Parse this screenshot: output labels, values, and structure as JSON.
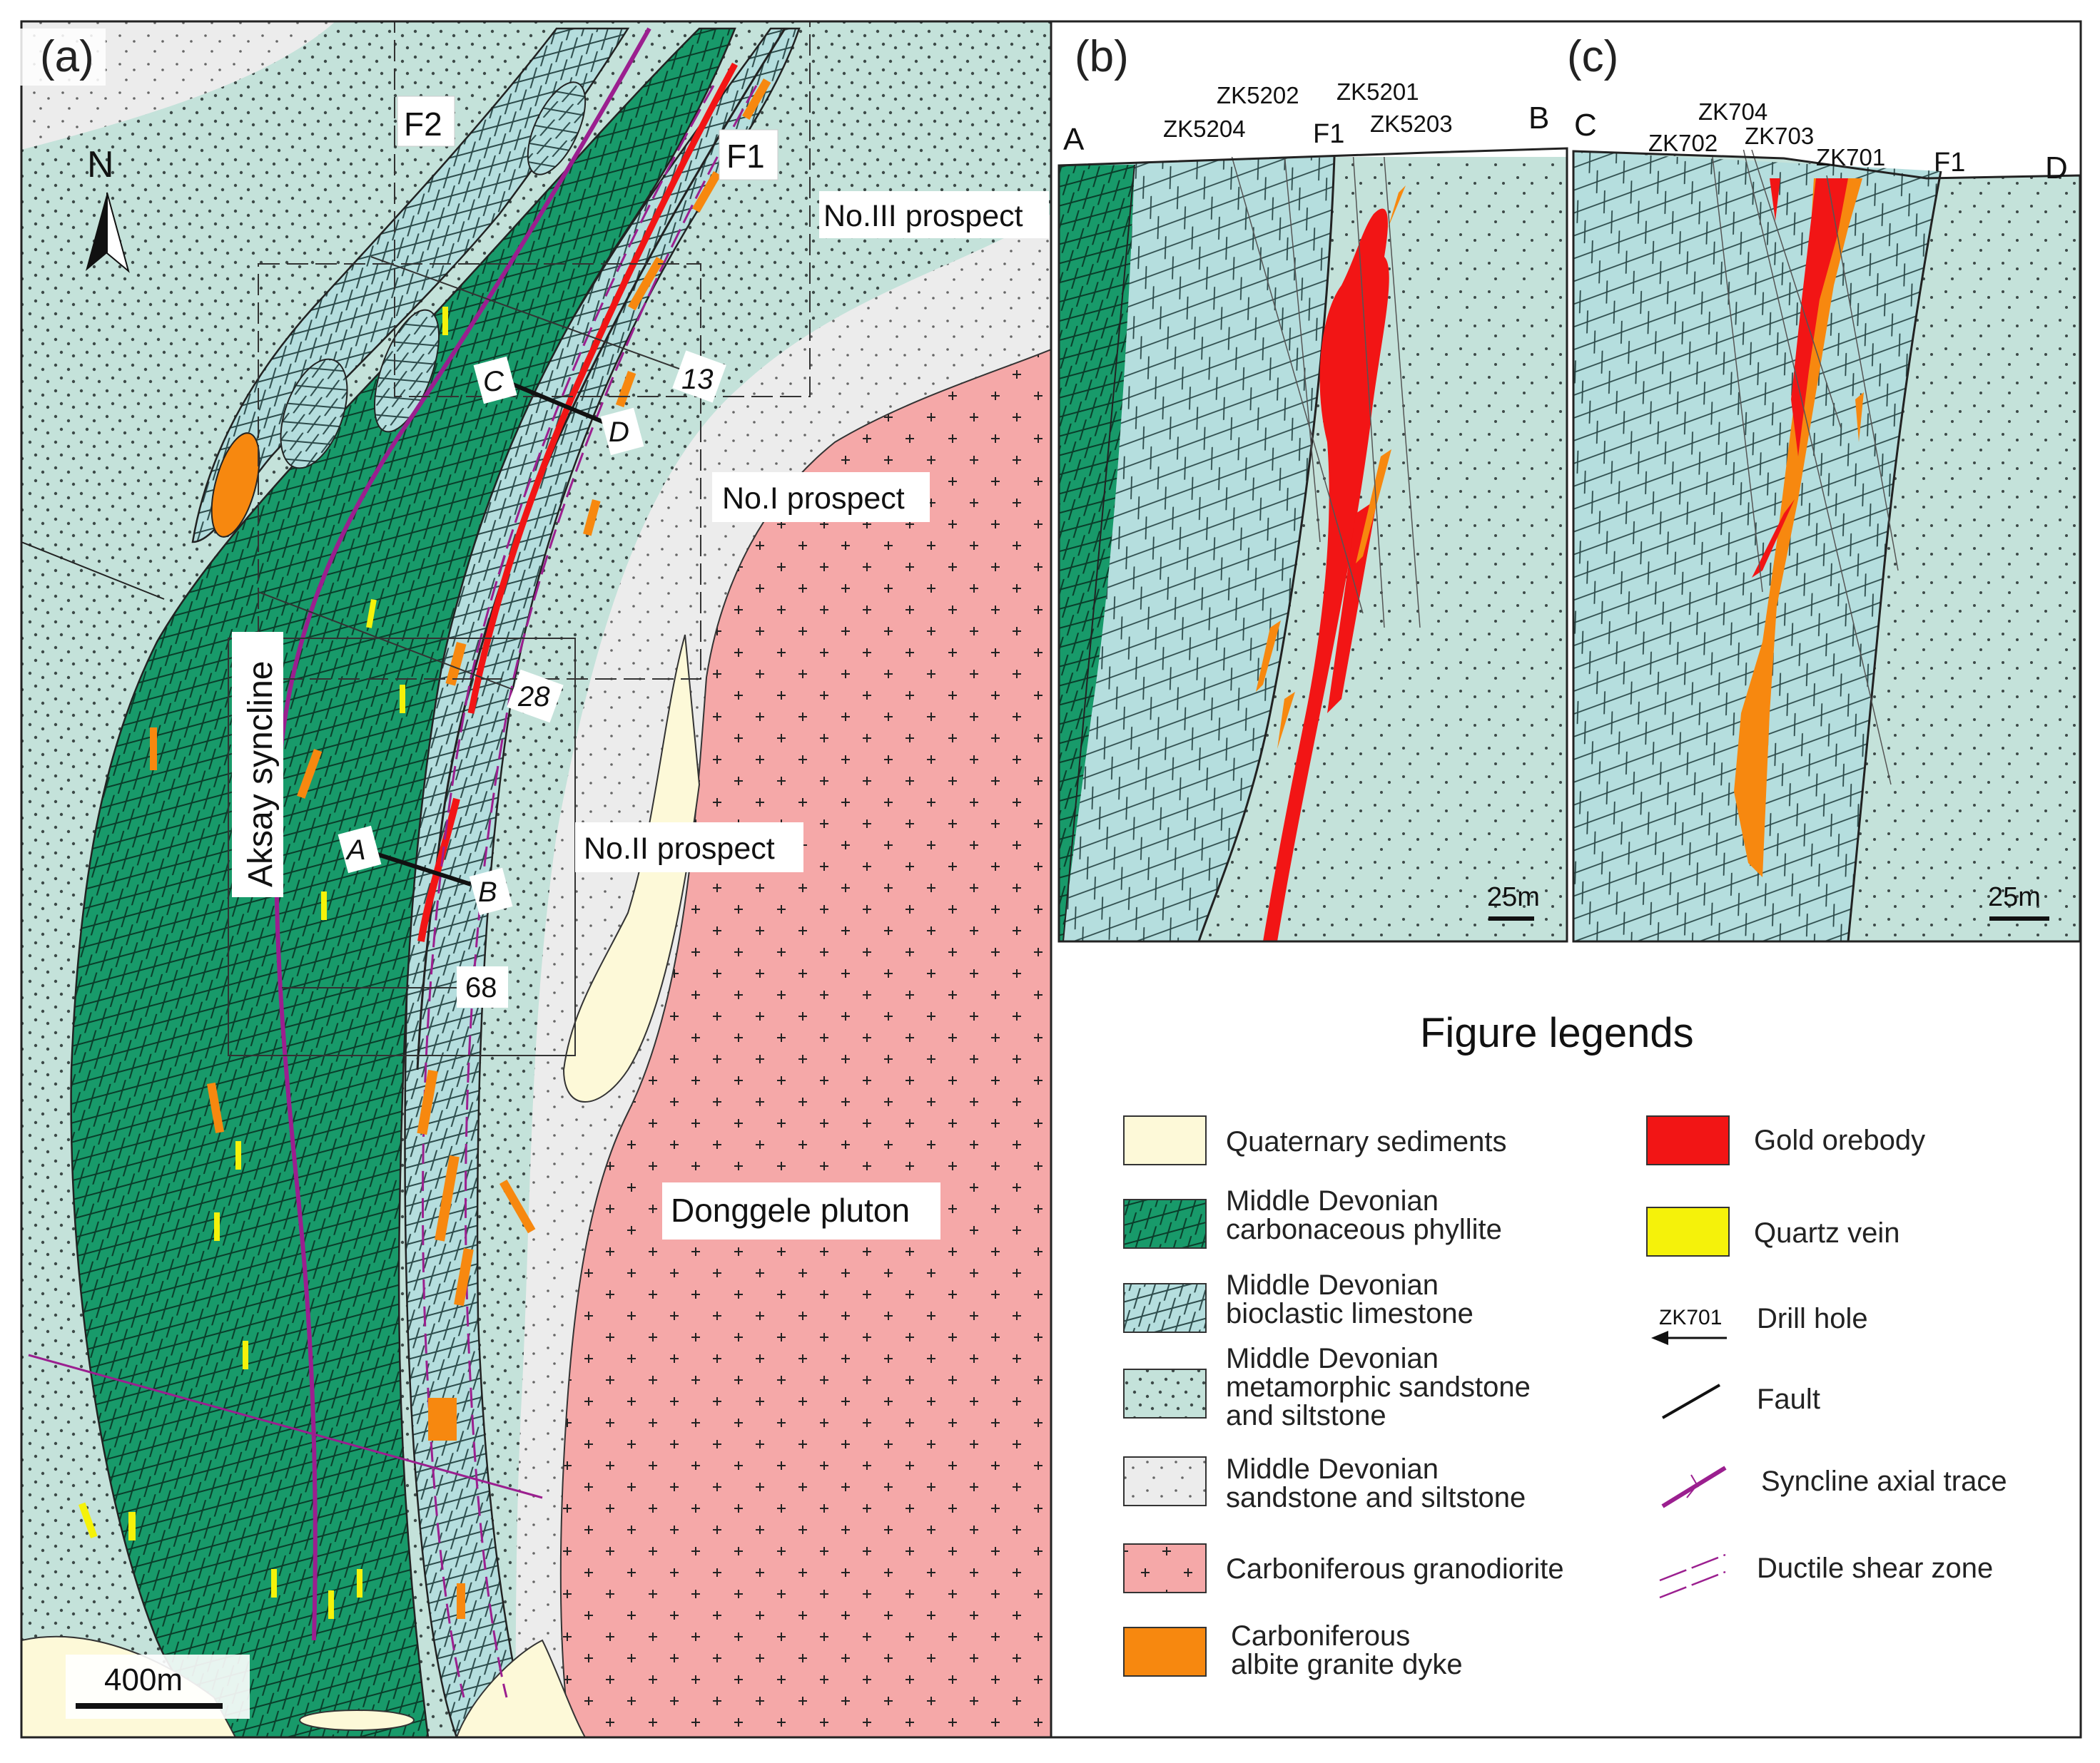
{
  "panels": {
    "a": "(a)",
    "b": "(b)",
    "c": "(c)"
  },
  "map": {
    "north": "N",
    "faults": {
      "f1": "F1",
      "f2": "F2"
    },
    "prospects": {
      "p3": "No.III prospect",
      "p1": "No.I prospect",
      "p2": "No.II prospect"
    },
    "pluton": "Donggele pluton",
    "syncline": "Aksay syncline",
    "dips": {
      "d13": "13",
      "d28": "28",
      "d68": "68"
    },
    "section_ends": {
      "a": "A",
      "b": "B",
      "c": "C",
      "d": "D"
    },
    "scale": "400m"
  },
  "section_b": {
    "end_left": "A",
    "end_right": "B",
    "fault": "F1",
    "holes": [
      "ZK5204",
      "ZK5202",
      "ZK5201",
      "ZK5203"
    ],
    "scale": "25m"
  },
  "section_c": {
    "end_left": "C",
    "end_right": "D",
    "fault": "F1",
    "holes": [
      "ZK702",
      "ZK704",
      "ZK703",
      "ZK701"
    ],
    "scale": "25m"
  },
  "legend": {
    "title": "Figure legends",
    "units": [
      {
        "line1": "Quaternary sediments",
        "line2": "",
        "color": "#fdf9d8"
      },
      {
        "line1": "Middle Devonian",
        "line2": "carbonaceous phyllite",
        "color": "#189a6a"
      },
      {
        "line1": "Middle Devonian",
        "line2": "bioclastic limestone",
        "color": "#b5dede"
      },
      {
        "line1": "Middle Devonian",
        "line2": "metamorphic sandstone",
        "line3": "and siltstone",
        "color": "#c4e2da"
      },
      {
        "line1": "Middle Devonian",
        "line2": "sandstone and siltstone",
        "color": "#ececec"
      },
      {
        "line1": "Carboniferous granodiorite",
        "line2": "",
        "color": "#f5a8a8"
      },
      {
        "line1": "Carboniferous",
        "line2": "albite granite dyke",
        "color": "#f7880f"
      }
    ],
    "symbols": [
      {
        "label": "Gold orebody",
        "color": "#f21515"
      },
      {
        "label": "Quartz vein",
        "color": "#f5f20a"
      },
      {
        "label": "Drill hole",
        "sample": "ZK701"
      },
      {
        "label": "Fault"
      },
      {
        "label": "Syncline axial trace",
        "color": "#9b1f8f"
      },
      {
        "label": "Ductile shear zone",
        "color": "#9b1f8f"
      }
    ]
  }
}
